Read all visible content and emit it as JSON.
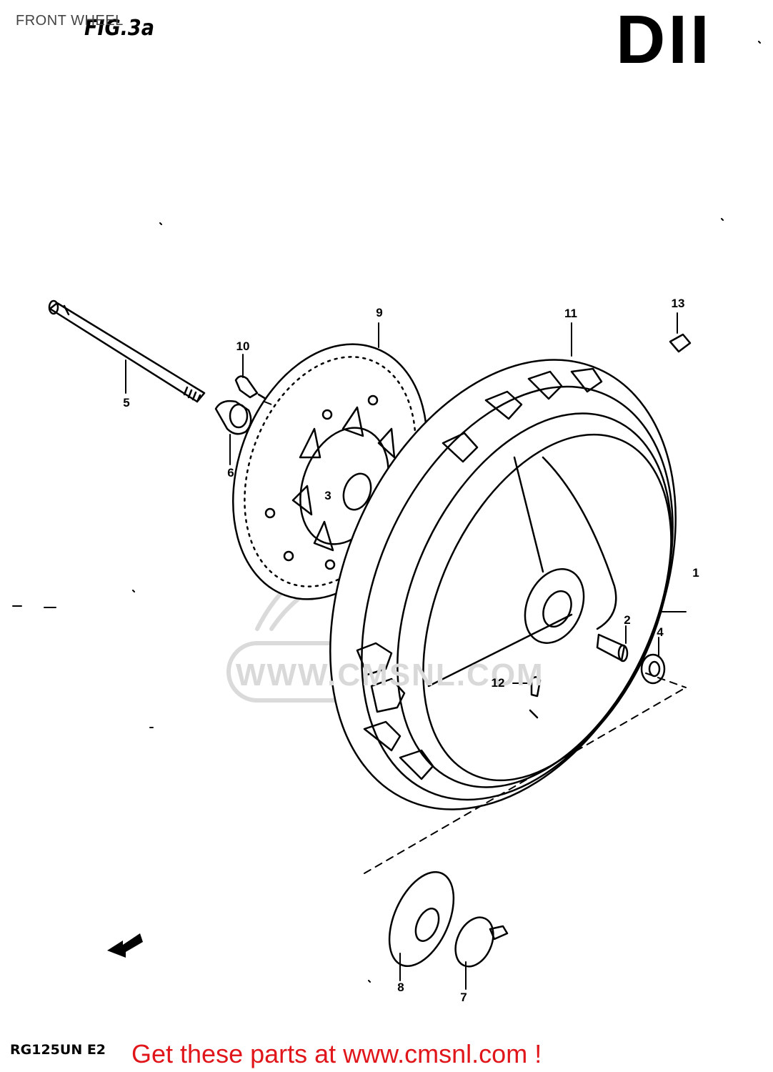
{
  "page": {
    "title": "FRONT WHEEL",
    "figure_label": "FIG.3a",
    "section_code": "DII",
    "model_code": "RG125UN E2",
    "footer_link_text": "Get these parts at www.cmsnl.com !"
  },
  "watermark": {
    "text": "WWW.CMSNL.COM",
    "logo": "CMS"
  },
  "callouts": [
    {
      "id": "1",
      "label": "1"
    },
    {
      "id": "2",
      "label": "2"
    },
    {
      "id": "3",
      "label": "3"
    },
    {
      "id": "4",
      "label": "4"
    },
    {
      "id": "5",
      "label": "5"
    },
    {
      "id": "6",
      "label": "6"
    },
    {
      "id": "7",
      "label": "7"
    },
    {
      "id": "8",
      "label": "8"
    },
    {
      "id": "9",
      "label": "9"
    },
    {
      "id": "10",
      "label": "10"
    },
    {
      "id": "11",
      "label": "11"
    },
    {
      "id": "12",
      "label": "12"
    },
    {
      "id": "13",
      "label": "13"
    }
  ],
  "colors": {
    "line": "#000000",
    "footer_link": "#e0161b",
    "watermark": "#d9d9d9"
  }
}
